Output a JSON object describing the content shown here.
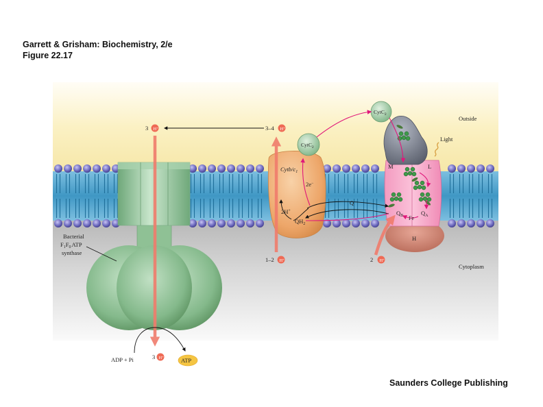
{
  "header": {
    "line1": "Garrett & Grisham: Biochemistry, 2/e",
    "line2": "Figure 22.17"
  },
  "publisher": "Saunders College Publishing",
  "regions": {
    "outside": "Outside",
    "cytoplasm": "Cytoplasm",
    "light": "Light"
  },
  "atp_synthase": {
    "label_line1": "Bacterial",
    "label_line2_pre": "F",
    "label_line2_sub1": "1",
    "label_line2_mid": "F",
    "label_line2_sub2": "0",
    "label_line2_post": "ATP",
    "label_line3": "synthase",
    "top_coeff": "3",
    "bottom_coeff": "3",
    "substrates": "ADP + Pi",
    "product": "ATP"
  },
  "proton": {
    "symbol": "H",
    "charge": "+"
  },
  "cyt_bc1": {
    "label_pre": "Cytb/c",
    "label_sub": "1",
    "top_coeff": "3–4",
    "bottom_coeff": "1–2",
    "electrons": "2e",
    "electron_charge": "−",
    "two_h": "2H",
    "qh2": "QH",
    "qh2_sub": "2"
  },
  "cytc2": {
    "label": "CytC",
    "sub": "2"
  },
  "reaction_center": {
    "m": "M",
    "l": "L",
    "h": "H",
    "fe": "Fe",
    "q": "Q",
    "qb_sub": "B",
    "qa_sub": "A",
    "bottom_coeff": "2"
  },
  "colors": {
    "proton_ball": "#ef6a55",
    "proton_arrow": "#f08070",
    "electron_arrow": "#e0177a",
    "atp_green": "#8dbf93",
    "bc1_orange": "#f0b27a",
    "rc_pink": "#f7a6c8",
    "membrane_blue": "#54a7cf"
  }
}
